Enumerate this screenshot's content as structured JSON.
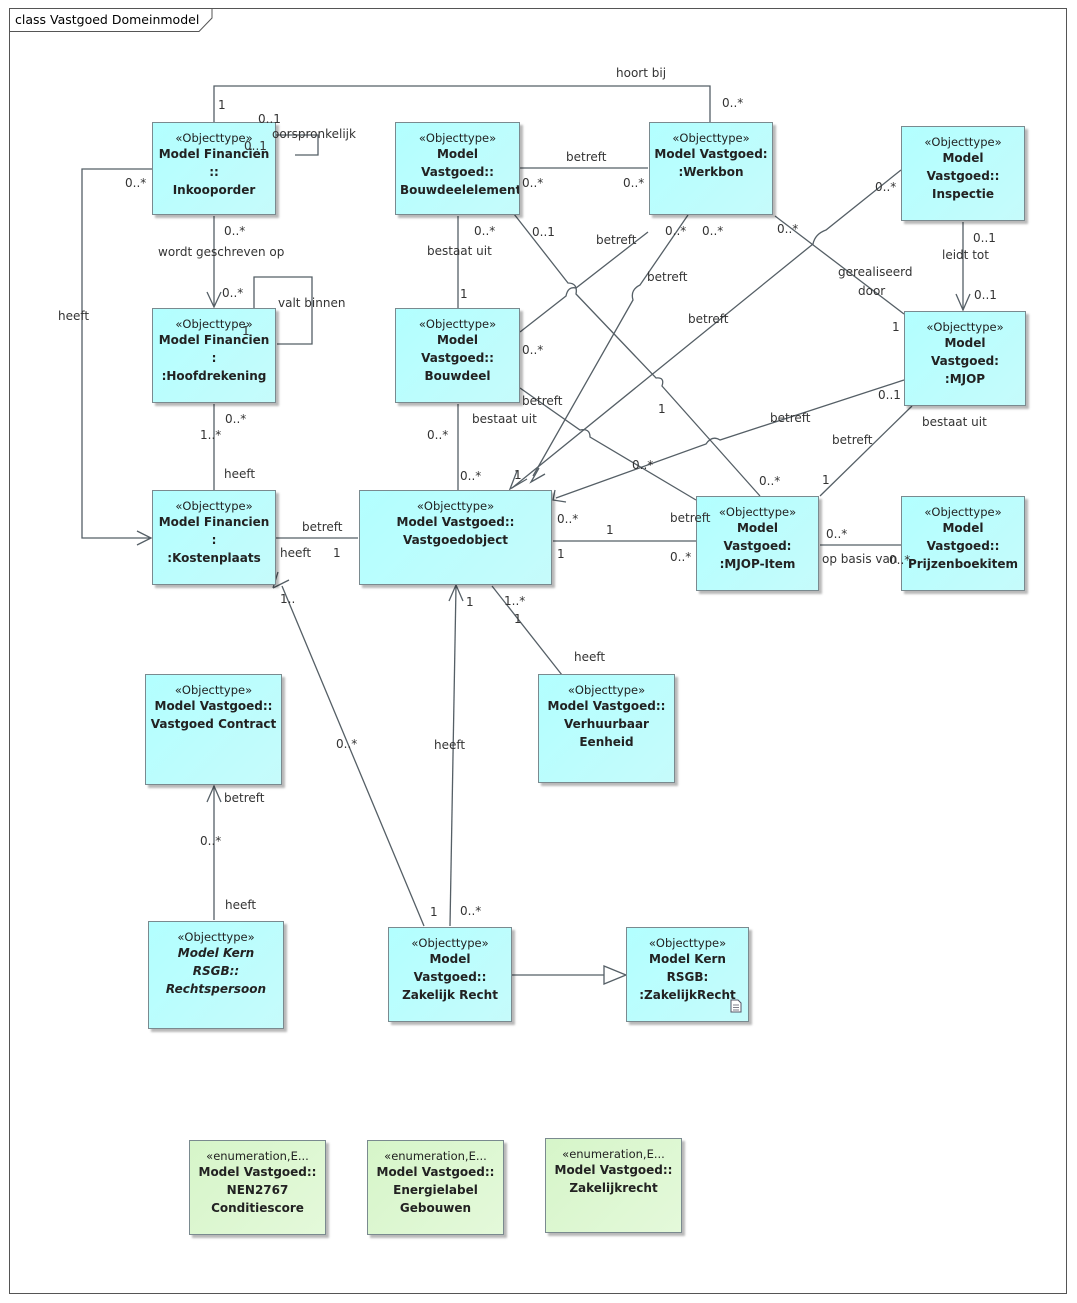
{
  "diagram": {
    "title": "class Vastgoed Domeinmodel"
  },
  "boxes": [
    {
      "id": "inkooporder",
      "kind": "obj",
      "stereotype": "«Objecttype»",
      "lines": [
        "Model Financien ::",
        "Inkooporder"
      ]
    },
    {
      "id": "bouwdeelelement",
      "kind": "obj",
      "stereotype": "«Objecttype»",
      "lines": [
        "Model Vastgoed::",
        "Bouwdeelelement"
      ]
    },
    {
      "id": "werkbon",
      "kind": "obj",
      "stereotype": "«Objecttype»",
      "lines": [
        "Model Vastgoed:",
        ":Werkbon"
      ]
    },
    {
      "id": "inspectie",
      "kind": "obj",
      "stereotype": "«Objecttype»",
      "lines": [
        "Model Vastgoed::",
        "Inspectie"
      ]
    },
    {
      "id": "hoofdrekening",
      "kind": "obj",
      "stereotype": "«Objecttype»",
      "lines": [
        "Model Financien :",
        ":Hoofdrekening"
      ]
    },
    {
      "id": "bouwdeel",
      "kind": "obj",
      "stereotype": "«Objecttype»",
      "lines": [
        "Model Vastgoed::",
        "Bouwdeel"
      ]
    },
    {
      "id": "mjop",
      "kind": "obj",
      "stereotype": "«Objecttype»",
      "lines": [
        "Model Vastgoed:",
        ":MJOP"
      ]
    },
    {
      "id": "kostenplaats",
      "kind": "obj",
      "stereotype": "«Objecttype»",
      "lines": [
        "Model Financien :",
        ":Kostenplaats"
      ]
    },
    {
      "id": "vastgoedobject",
      "kind": "obj",
      "stereotype": "«Objecttype»",
      "lines": [
        "Model Vastgoed::",
        "Vastgoedobject"
      ]
    },
    {
      "id": "mjopitem",
      "kind": "obj",
      "stereotype": "«Objecttype»",
      "lines": [
        "Model Vastgoed:",
        ":MJOP-Item"
      ]
    },
    {
      "id": "prijzenboekitem",
      "kind": "obj",
      "stereotype": "«Objecttype»",
      "lines": [
        "Model Vastgoed::",
        "Prijzenboekitem"
      ]
    },
    {
      "id": "vastgoedcontract",
      "kind": "obj",
      "stereotype": "«Objecttype»",
      "lines": [
        "Model Vastgoed::",
        "Vastgoed Contract"
      ]
    },
    {
      "id": "verhuurbaar",
      "kind": "obj",
      "stereotype": "«Objecttype»",
      "lines": [
        "Model Vastgoed::",
        "Verhuurbaar Eenheid"
      ]
    },
    {
      "id": "rechtspersoon",
      "kind": "obj",
      "italic": true,
      "stereotype": "«Objecttype»",
      "lines": [
        "Model Kern RSGB::",
        "Rechtspersoon"
      ]
    },
    {
      "id": "zakelijkrecht",
      "kind": "obj",
      "stereotype": "«Objecttype»",
      "lines": [
        "Model Vastgoed::",
        "Zakelijk Recht"
      ]
    },
    {
      "id": "rsgbzakelijkrecht",
      "kind": "obj",
      "stereotype": "«Objecttype»",
      "lines": [
        "Model Kern RSGB:",
        ":ZakelijkRecht"
      ],
      "icon": "document-icon"
    },
    {
      "id": "nen2767",
      "kind": "enum",
      "stereotype": "«enumeration,E...",
      "lines": [
        "Model Vastgoed::",
        "NEN2767",
        "Conditiescore"
      ]
    },
    {
      "id": "energielabel",
      "kind": "enum",
      "stereotype": "«enumeration,E...",
      "lines": [
        "Model Vastgoed::",
        "Energielabel",
        "Gebouwen"
      ]
    },
    {
      "id": "zakelijkrechtenum",
      "kind": "enum",
      "stereotype": "«enumeration,E...",
      "lines": [
        "Model Vastgoed::",
        "Zakelijkrecht"
      ]
    }
  ],
  "labels": [
    "hoort bij",
    "1",
    "0..*",
    "0..1",
    "oorspronkelijk",
    "0..1",
    "0..*",
    "betreft",
    "0..*",
    "0..*",
    "0..*",
    "leidt tot",
    "0..1",
    "0..1",
    "wordt geschreven op",
    "0..*",
    "0..*",
    "valt binnen",
    "1",
    "heeft",
    "bestaat uit",
    "0..*",
    "1",
    "0..1",
    "betreft",
    "0..*",
    "0..*",
    "0..*",
    "betreft",
    "betreft",
    "gerealiseerd",
    "door",
    "1",
    "0..*",
    "betreft",
    "0..1",
    "0..*",
    "1..*",
    "heeft",
    "0..*",
    "bestaat uit",
    "0..*",
    "1",
    "betreft",
    "betreft",
    "bestaat uit",
    "1",
    "0..*",
    "0..*",
    "betreft",
    "heeft",
    "1",
    "0..*",
    "1",
    "1",
    "betreft",
    "0..*",
    "0..*",
    "op basis van",
    "0..*",
    "1",
    "1..",
    "1",
    "1..*",
    "1",
    "heeft",
    "0..*",
    "heeft",
    "betreft",
    "0..*",
    "heeft",
    "1",
    "0..*",
    "0..*"
  ]
}
